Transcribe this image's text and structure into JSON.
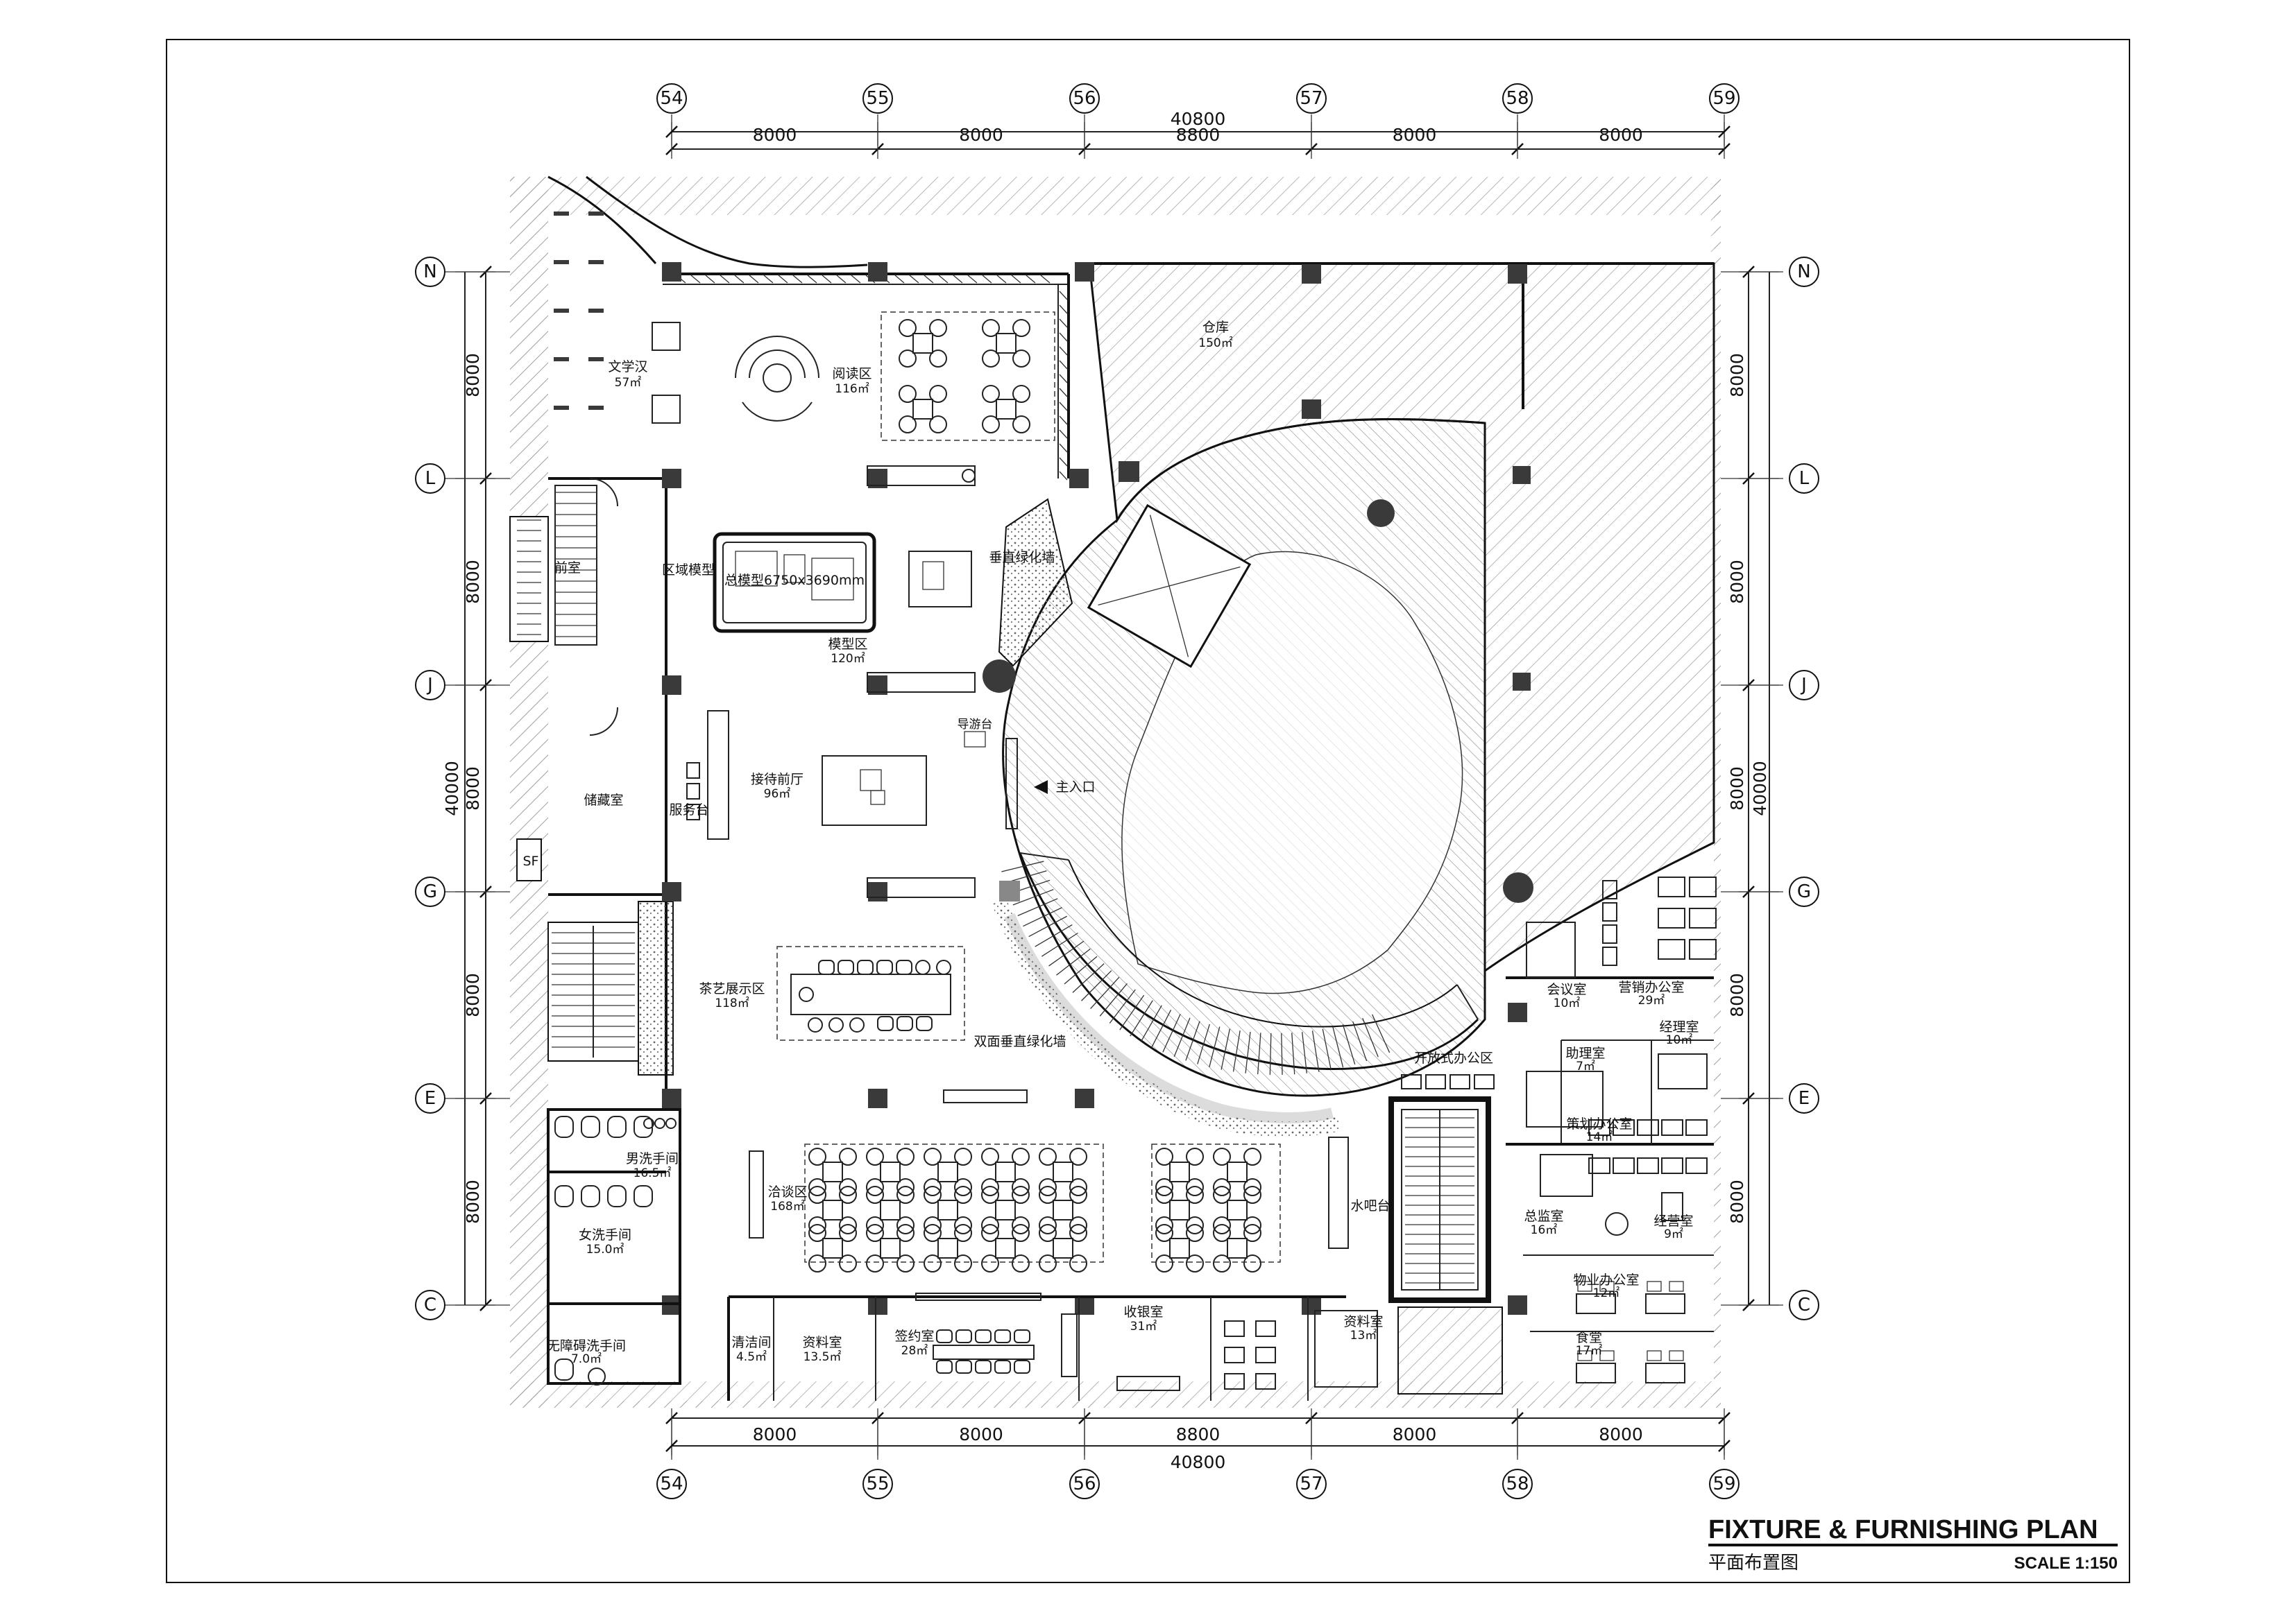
{
  "drawing": {
    "title_en": "FIXTURE & FURNISHING PLAN",
    "title_cn": "平面布置图",
    "scale": "SCALE  1:150"
  },
  "grid": {
    "columns": [
      "54",
      "55",
      "56",
      "57",
      "58",
      "59"
    ],
    "rows": [
      "N",
      "L",
      "J",
      "G",
      "E",
      "C"
    ],
    "top_spans": [
      "8000",
      "8000",
      "8800",
      "8000",
      "8000"
    ],
    "top_total": "40800",
    "bottom_spans": [
      "8000",
      "8000",
      "8800",
      "8000",
      "8000"
    ],
    "bottom_total": "40800",
    "left_spans": [
      "8000",
      "8000",
      "8000",
      "8000",
      "8000"
    ],
    "left_total": "40000",
    "right_spans": [
      "8000",
      "8000",
      "8000",
      "8000",
      "8000"
    ],
    "right_total": "40000"
  },
  "rooms": {
    "literature": {
      "name": "文学汉",
      "area": "57㎡"
    },
    "reading": {
      "name": "阅读区",
      "area": "116㎡"
    },
    "warehouse": {
      "name": "仓库",
      "area": "150㎡"
    },
    "vestibule": {
      "name": "前室"
    },
    "regional_model": {
      "name": "区域模型"
    },
    "site_model": {
      "name": "总模型6750x3690mm"
    },
    "model_area": {
      "name": "模型区",
      "area": "120㎡"
    },
    "vertical_green": {
      "name": "垂直绿化墙"
    },
    "storage": {
      "name": "储藏室"
    },
    "reception": {
      "name": "接待前厅",
      "area": "96㎡"
    },
    "service": {
      "name": "服务台"
    },
    "main_entrance": {
      "name": "主入口"
    },
    "signboard": {
      "name": "导游台"
    },
    "tea": {
      "name": "茶艺展示区",
      "area": "118㎡"
    },
    "double_green": {
      "name": "双面垂直绿化墙"
    },
    "meeting": {
      "name": "会议室",
      "area": "10㎡"
    },
    "sales_office": {
      "name": "营销办公室",
      "area": "29㎡"
    },
    "manager": {
      "name": "经理室",
      "area": "10㎡"
    },
    "assistant": {
      "name": "助理室",
      "area": "7㎡"
    },
    "open_office": {
      "name": "开放式办公区"
    },
    "planning": {
      "name": "策划办公室",
      "area": "14㎡"
    },
    "men_wc": {
      "name": "男洗手间",
      "area": "16.5㎡"
    },
    "negotiation": {
      "name": "洽谈区",
      "area": "168㎡"
    },
    "water_bar": {
      "name": "水吧台"
    },
    "gm": {
      "name": "总监室",
      "area": "16㎡"
    },
    "finance": {
      "name": "经营室",
      "area": "9㎡"
    },
    "women_wc": {
      "name": "女洗手间",
      "area": "15.0㎡"
    },
    "property": {
      "name": "物业办公室",
      "area": "12㎡"
    },
    "cleaning": {
      "name": "清洁间",
      "area": "4.5㎡"
    },
    "data_room": {
      "name": "资料室",
      "area": "13.5㎡"
    },
    "signing": {
      "name": "签约室",
      "area": "28㎡"
    },
    "cashier": {
      "name": "收银室",
      "area": "31㎡"
    },
    "archive": {
      "name": "资料室",
      "area": "13㎡"
    },
    "canteen": {
      "name": "食堂",
      "area": "17㎡"
    },
    "accessible_wc": {
      "name": "无障碍洗手间",
      "area": "7.0㎡"
    }
  },
  "symbols": {
    "shaft_mark": "SF"
  }
}
